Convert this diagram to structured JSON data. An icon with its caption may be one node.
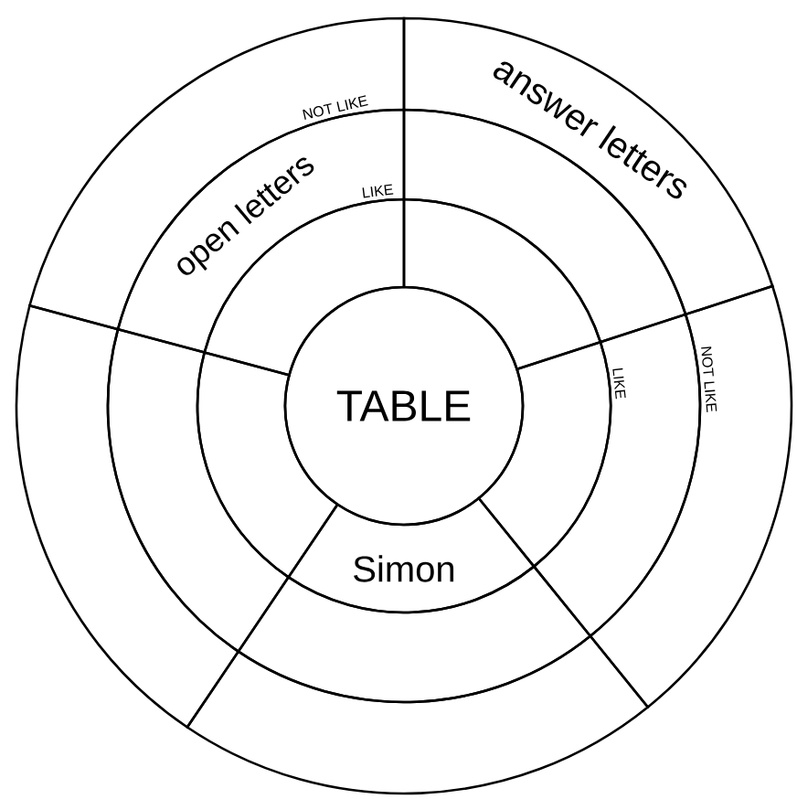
{
  "diagram": {
    "nodes": [
      {
        "text": [
          "TABLE"
        ]
      },
      {
        "text": [],
        "shape": "sector"
      },
      {
        "text": [],
        "shape": "sector"
      },
      {
        "text": [],
        "shape": "sector"
      },
      {
        "text": [
          "Simon"
        ]
      },
      {
        "text": [],
        "shape": "sector"
      },
      {
        "text": [],
        "shape": "sector"
      },
      {
        "text": [
          "open letters"
        ]
      },
      {
        "text": [],
        "shape": "sector"
      },
      {
        "text": [],
        "shape": "sector"
      },
      {
        "text": [],
        "shape": "sector"
      },
      {
        "text": [
          "answer letters"
        ]
      },
      {
        "text": [],
        "shape": "sector"
      },
      {
        "text": [],
        "shape": "sector"
      },
      {
        "text": [],
        "shape": "sector"
      },
      {
        "text": [],
        "shape": "sector"
      }
    ],
    "labels": [
      "NOT LIKE",
      "LIKE",
      "LIKE",
      "NOT LIKE"
    ]
  }
}
